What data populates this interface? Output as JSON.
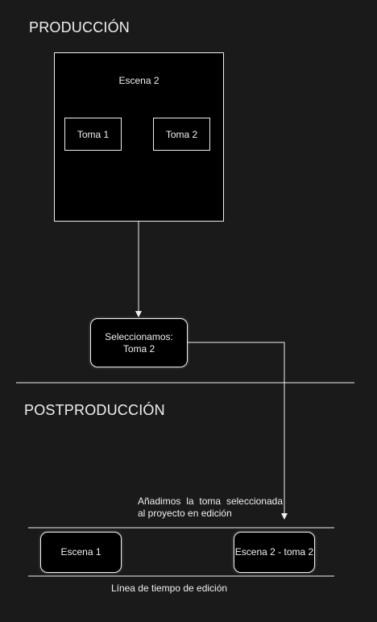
{
  "production": {
    "title": "PRODUCCIÓN",
    "scene_title": "Escena 2",
    "take1": "Toma 1",
    "take2": "Toma 2"
  },
  "selection": {
    "line1": "Seleccionamos:",
    "line2": "Toma 2"
  },
  "postproduction": {
    "title": "POSTPRODUCCIÓN",
    "note_line1": "Añadimos la toma seleccionada",
    "note_line2": "al proyecto en edición",
    "timeline_item1": "Escena 1",
    "timeline_item2": "Escena 2 - toma 2",
    "timeline_label": "Línea de tiempo de edición"
  },
  "colors": {
    "background": "#1a1a1a",
    "stroke": "#f0f0f0",
    "box_fill": "#000000"
  }
}
